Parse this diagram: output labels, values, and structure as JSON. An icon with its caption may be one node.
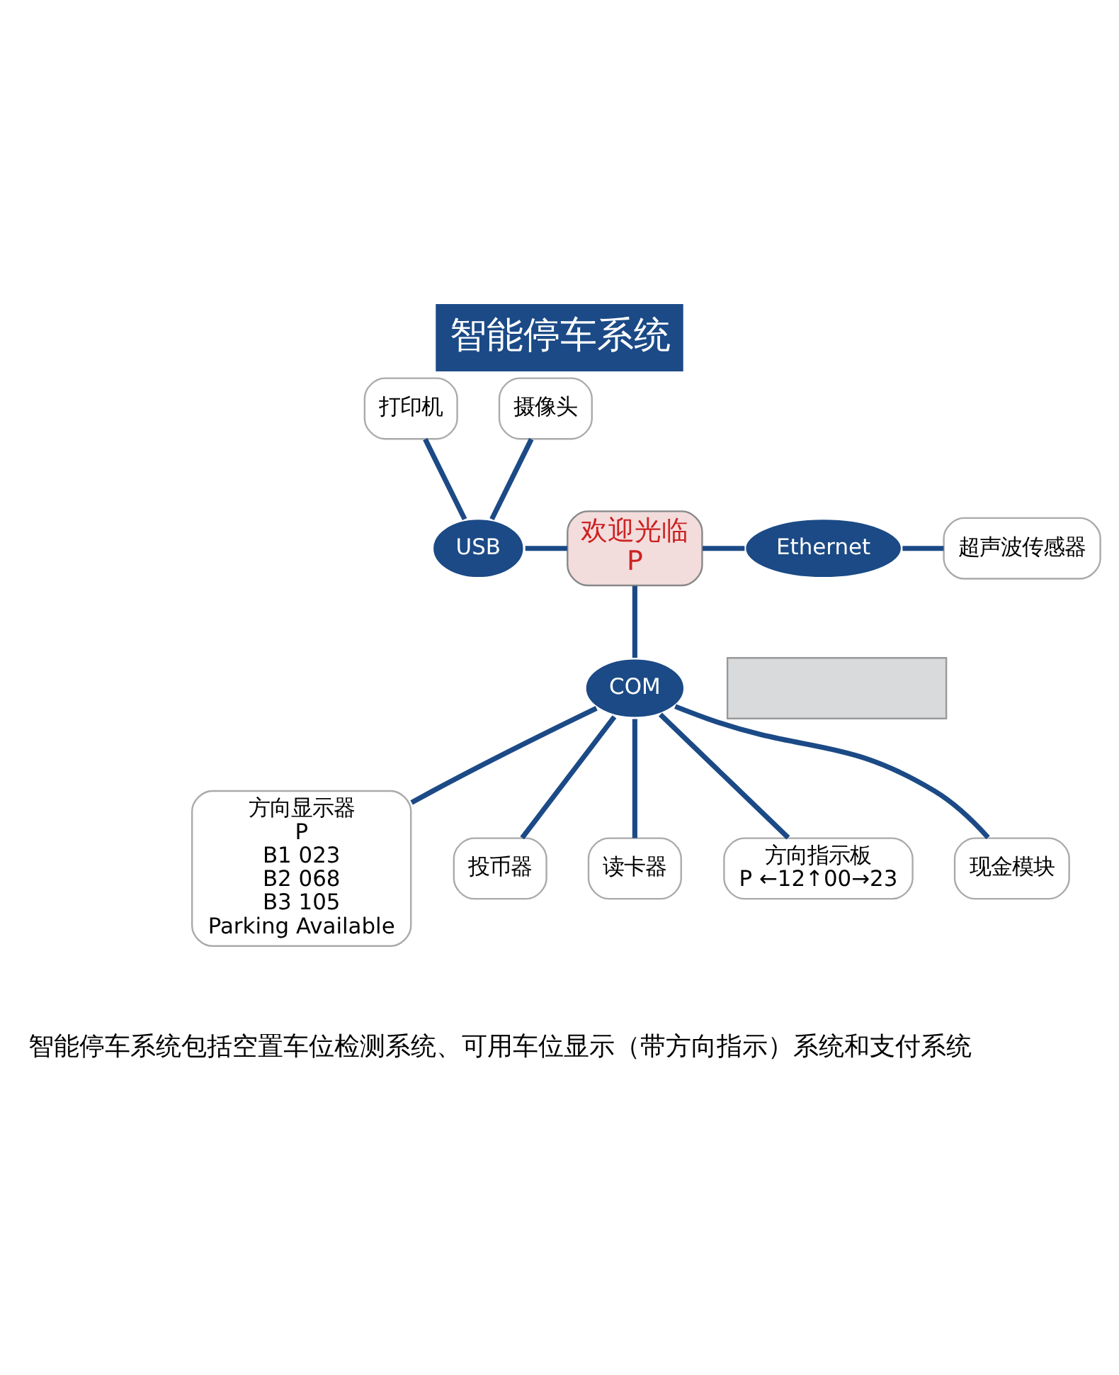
{
  "diagram": {
    "title": "智能停车系统",
    "nodes": [
      {
        "text": [
          "打印机"
        ]
      },
      {
        "text": [
          "摄像头"
        ]
      },
      {
        "text": [
          "欢迎光临",
          "P"
        ]
      },
      {
        "text": [
          "USB"
        ]
      },
      {
        "text": [
          "Ethernet"
        ]
      },
      {
        "text": [
          "超声波传感器"
        ]
      },
      {
        "text": [],
        "shape": "box"
      },
      {
        "text": [
          "COM"
        ]
      },
      {
        "text": [
          "方向显示器",
          "P",
          "B1 023",
          "B2 068",
          "B3 105",
          "Parking Available"
        ]
      },
      {
        "text": [
          "投币器"
        ]
      },
      {
        "text": [
          "读卡器"
        ]
      },
      {
        "text": [
          "方向指示板",
          "P ←12↑00→23"
        ]
      },
      {
        "text": [
          "现金模块"
        ]
      }
    ],
    "edges": [
      {
        "from": 0,
        "to": 3,
        "arrow": "none"
      },
      {
        "from": 1,
        "to": 3,
        "arrow": "none"
      },
      {
        "from": 3,
        "to": 2,
        "arrow": "none"
      },
      {
        "from": 2,
        "to": 4,
        "arrow": "none"
      },
      {
        "from": 4,
        "to": 5,
        "arrow": "none"
      },
      {
        "from": 2,
        "to": 7,
        "arrow": "none"
      },
      {
        "from": 7,
        "to": 8,
        "arrow": "none"
      },
      {
        "from": 7,
        "to": 9,
        "arrow": "none"
      },
      {
        "from": 7,
        "to": 10,
        "arrow": "none"
      },
      {
        "from": 7,
        "to": 11,
        "arrow": "none"
      },
      {
        "from": 7,
        "to": 12,
        "arrow": "none"
      }
    ],
    "labels": [
      "智能停车系统包括空置车位检测系统、可用车位显示（带方向指示）系统和支付系统"
    ]
  }
}
